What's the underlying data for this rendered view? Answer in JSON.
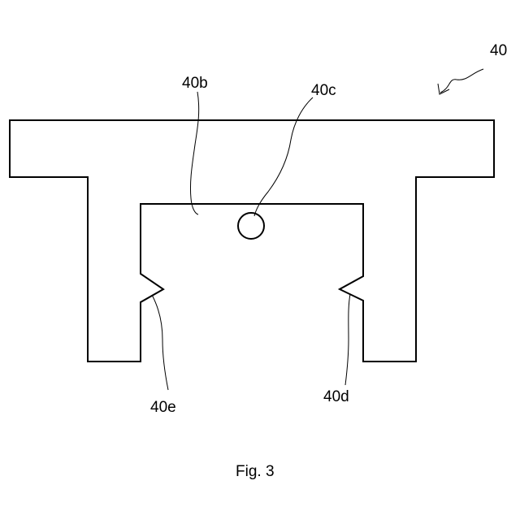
{
  "labels": {
    "part": "40",
    "inner_wall": "40b",
    "hole": "40c",
    "right_notch": "40d",
    "left_notch": "40e"
  },
  "caption": "Fig. 3"
}
